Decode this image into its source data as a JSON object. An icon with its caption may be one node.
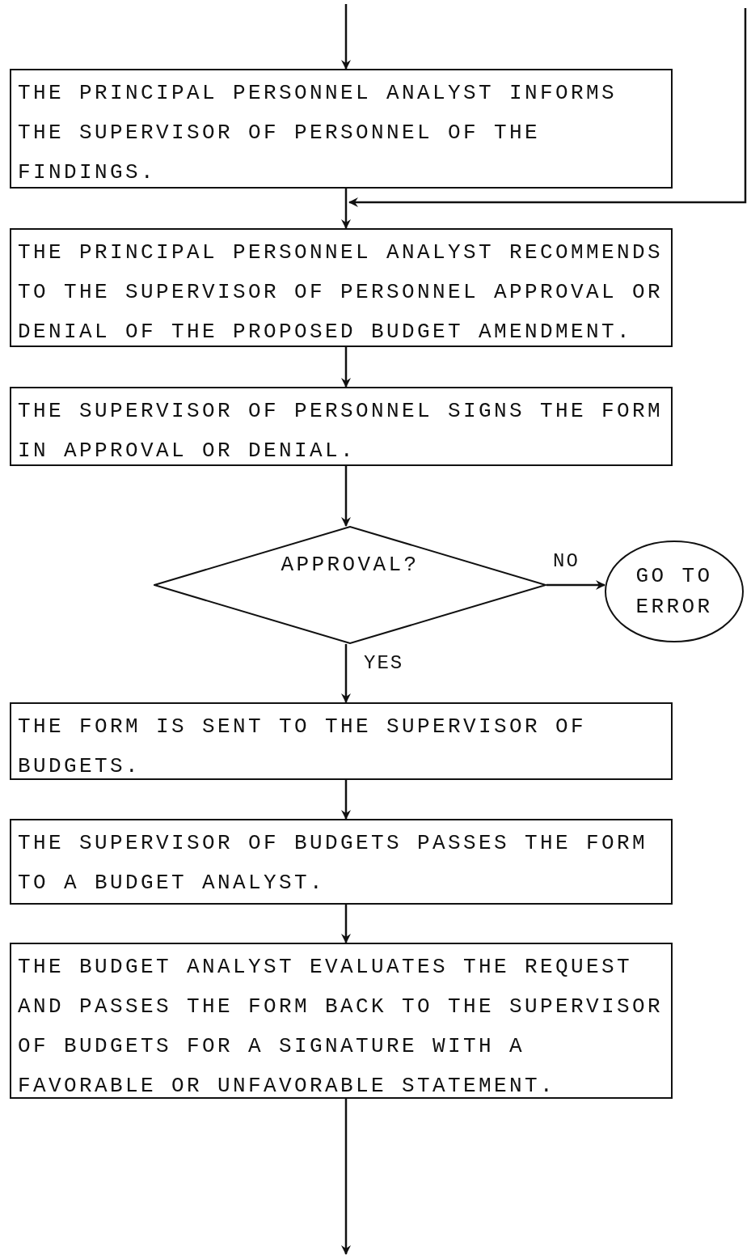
{
  "diagram": {
    "nodes": [
      {
        "text": [
          "THE PRINCIPAL PERSONNEL ANALYST INFORMS THE SUPERVISOR OF PERSONNEL OF THE FINDINGS."
        ]
      },
      {
        "text": [
          "THE PRINCIPAL PERSONNEL ANALYST RECOMMENDS TO THE SUPERVISOR OF PERSONNEL APPROVAL OR DENIAL OF THE PROPOSED BUDGET AMENDMENT."
        ]
      },
      {
        "text": [
          "THE SUPERVISOR OF PERSONNEL SIGNS THE FORM IN APPROVAL OR DENIAL."
        ]
      },
      {
        "text": [
          "APPROVAL?"
        ]
      },
      {
        "text": [
          "GO TO ERROR"
        ]
      },
      {
        "text": [
          "THE FORM IS SENT TO THE SUPERVISOR OF BUDGETS."
        ]
      },
      {
        "text": [
          "THE SUPERVISOR OF BUDGETS PASSES THE FORM TO A BUDGET ANALYST."
        ]
      },
      {
        "text": [
          "THE BUDGET ANALYST EVALUATES THE REQUEST AND PASSES THE FORM BACK TO THE SUPERVISOR OF BUDGETS FOR A SIGNATURE WITH A FAVORABLE OR UNFAVORABLE STATEMENT."
        ]
      }
    ],
    "edges": [
      {
        "from": null,
        "to": 0,
        "arrow": "to"
      },
      {
        "from": 0,
        "to": 1,
        "arrow": "to"
      },
      {
        "from": null,
        "to": 1,
        "arrow": "to"
      },
      {
        "from": 1,
        "to": 2,
        "arrow": "to"
      },
      {
        "from": 2,
        "to": 3,
        "arrow": "to"
      },
      {
        "from": 3,
        "to": 4,
        "arrow": "to",
        "label": "NO"
      },
      {
        "from": 3,
        "to": 5,
        "arrow": "to",
        "label": "YES"
      },
      {
        "from": 5,
        "to": 6,
        "arrow": "to"
      },
      {
        "from": 6,
        "to": 7,
        "arrow": "to"
      },
      {
        "from": 7,
        "to": null,
        "arrow": "to"
      }
    ]
  }
}
